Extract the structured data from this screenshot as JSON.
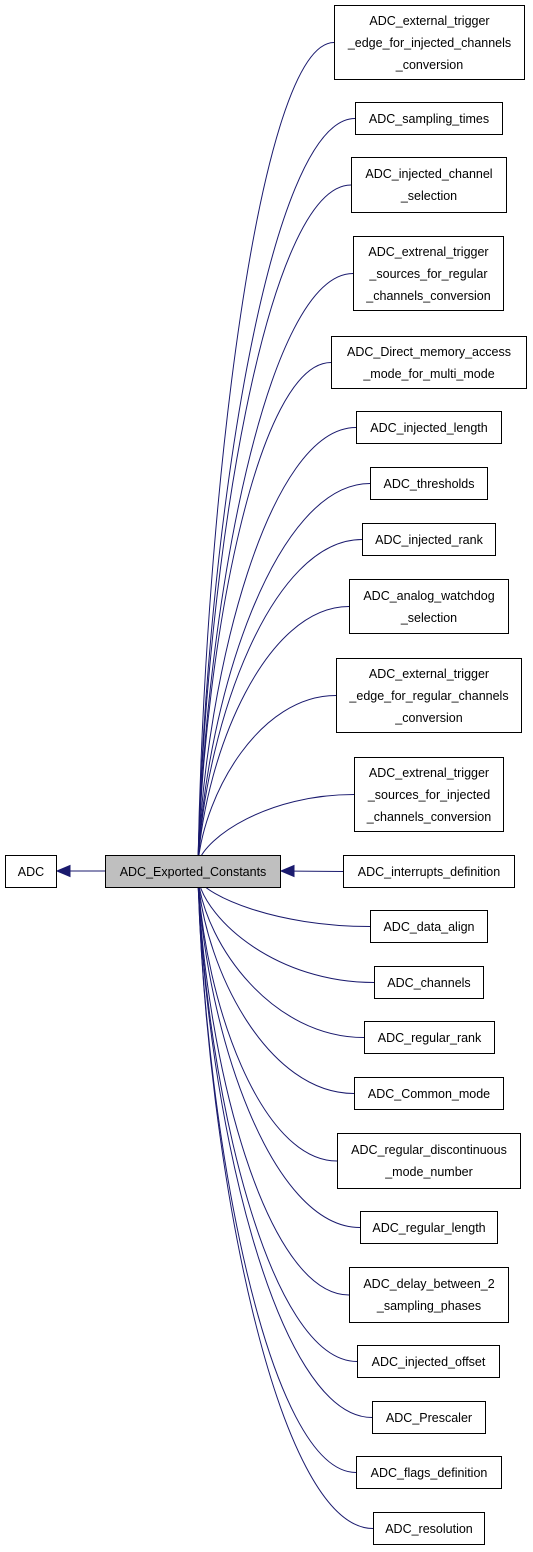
{
  "graph": {
    "edge_color": "#1a1a6e",
    "parent": {
      "id": "adc",
      "label": "ADC"
    },
    "current": {
      "id": "adc-exported-constants",
      "label": "ADC_Exported_Constants"
    },
    "children": [
      {
        "id": "ext-trig-edge-injected",
        "label": "ADC_external_trigger\n_edge_for_injected_channels\n_conversion"
      },
      {
        "id": "sampling-times",
        "label": "ADC_sampling_times"
      },
      {
        "id": "injected-channel-selection",
        "label": "ADC_injected_channel\n_selection"
      },
      {
        "id": "extrenal-trig-sources-regular",
        "label": "ADC_extrenal_trigger\n_sources_for_regular\n_channels_conversion"
      },
      {
        "id": "dma-multi-mode",
        "label": "ADC_Direct_memory_access\n_mode_for_multi_mode"
      },
      {
        "id": "injected-length",
        "label": "ADC_injected_length"
      },
      {
        "id": "thresholds",
        "label": "ADC_thresholds"
      },
      {
        "id": "injected-rank",
        "label": "ADC_injected_rank"
      },
      {
        "id": "analog-watchdog-selection",
        "label": "ADC_analog_watchdog\n_selection"
      },
      {
        "id": "ext-trig-edge-regular",
        "label": "ADC_external_trigger\n_edge_for_regular_channels\n_conversion"
      },
      {
        "id": "extrenal-trig-sources-injected",
        "label": "ADC_extrenal_trigger\n_sources_for_injected\n_channels_conversion"
      },
      {
        "id": "interrupts-definition",
        "label": "ADC_interrupts_definition"
      },
      {
        "id": "data-align",
        "label": "ADC_data_align"
      },
      {
        "id": "channels",
        "label": "ADC_channels"
      },
      {
        "id": "regular-rank",
        "label": "ADC_regular_rank"
      },
      {
        "id": "common-mode",
        "label": "ADC_Common_mode"
      },
      {
        "id": "regular-discontinuous",
        "label": "ADC_regular_discontinuous\n_mode_number"
      },
      {
        "id": "regular-length",
        "label": "ADC_regular_length"
      },
      {
        "id": "delay-between-2",
        "label": "ADC_delay_between_2\n_sampling_phases"
      },
      {
        "id": "injected-offset",
        "label": "ADC_injected_offset"
      },
      {
        "id": "prescaler",
        "label": "ADC_Prescaler"
      },
      {
        "id": "flags-definition",
        "label": "ADC_flags_definition"
      },
      {
        "id": "resolution",
        "label": "ADC_resolution"
      }
    ]
  }
}
